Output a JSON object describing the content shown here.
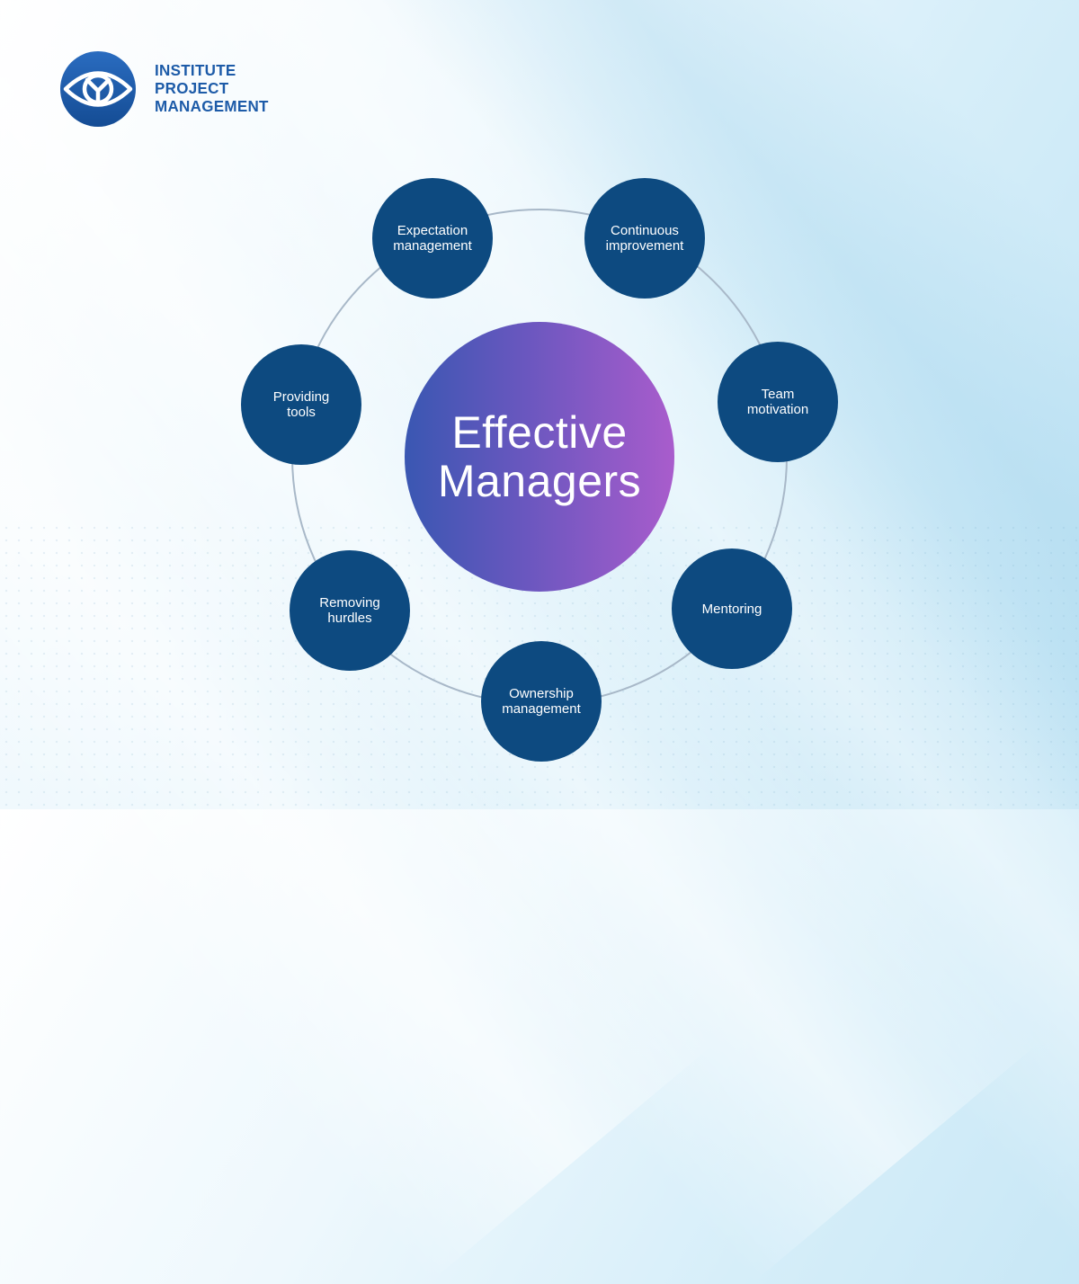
{
  "brand": {
    "logo_lines": [
      "INSTITUTE",
      "PROJECT",
      "MANAGEMENT"
    ],
    "logo_icon": "eye-icon",
    "colors": {
      "logo_text": "#1d5ba8",
      "logo_circle": "#1a5aa6"
    }
  },
  "diagram": {
    "center": {
      "label": "Effective\nManagers"
    },
    "nodes": [
      {
        "label": "Expectation\nmanagement"
      },
      {
        "label": "Continuous\nimprovement"
      },
      {
        "label": "Providing\ntools"
      },
      {
        "label": "Team\nmotivation"
      },
      {
        "label": "Removing\nhurdles"
      },
      {
        "label": "Mentoring"
      },
      {
        "label": "Ownership\nmanagement"
      }
    ],
    "colors": {
      "node_fill": "#0d4a80",
      "center_gradient_start": "#3a57b2",
      "center_gradient_end": "#a95ccc",
      "ring_stroke": "#a8b8c8"
    }
  }
}
